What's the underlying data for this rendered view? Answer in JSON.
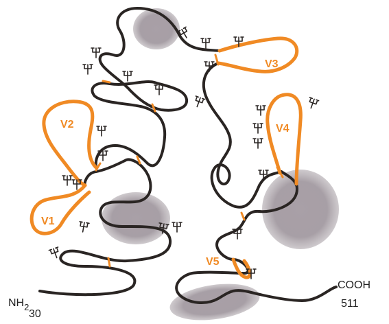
{
  "loops": [
    {
      "label": "V1"
    },
    {
      "label": "V2"
    },
    {
      "label": "V3"
    },
    {
      "label": "V4"
    },
    {
      "label": "V5"
    }
  ],
  "termini": {
    "n_label": "NH",
    "n_sub": "2",
    "n_residue": "30",
    "c_label": "COOH",
    "c_residue": "511"
  },
  "colors": {
    "backbone": "#2a2523",
    "variable_loop": "#f08a24",
    "disulfide": "#f08a24",
    "domain_shade": "#8a7f88",
    "glycan": "#2a2523"
  }
}
